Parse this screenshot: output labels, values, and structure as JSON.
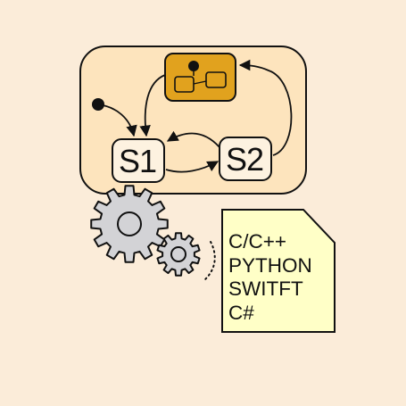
{
  "colors": {
    "background": "#fbecd9",
    "machine_fill": "#fde4bd",
    "composite_state_fill": "#e1a21e",
    "state_fill": "#fdf2e0",
    "gear_fill": "#d3d3d6",
    "document_fill": "#ffffc7",
    "stroke": "#111111"
  },
  "state_machine": {
    "states": [
      {
        "id": "s1",
        "label": "S1"
      },
      {
        "id": "s2",
        "label": "S2"
      }
    ],
    "composite_state_icon": "nested-state-diagram-icon",
    "transitions": [
      {
        "from": "initial",
        "to": "s1"
      },
      {
        "from": "composite",
        "to": "s1"
      },
      {
        "from": "s1",
        "to": "s2"
      },
      {
        "from": "s2",
        "to": "s1"
      },
      {
        "from": "s2",
        "to": "composite"
      }
    ]
  },
  "gears_icon": "gears-icon",
  "code_document": {
    "lines": [
      "C/C++",
      "PYTHON",
      "SWITFT",
      "C#"
    ]
  }
}
